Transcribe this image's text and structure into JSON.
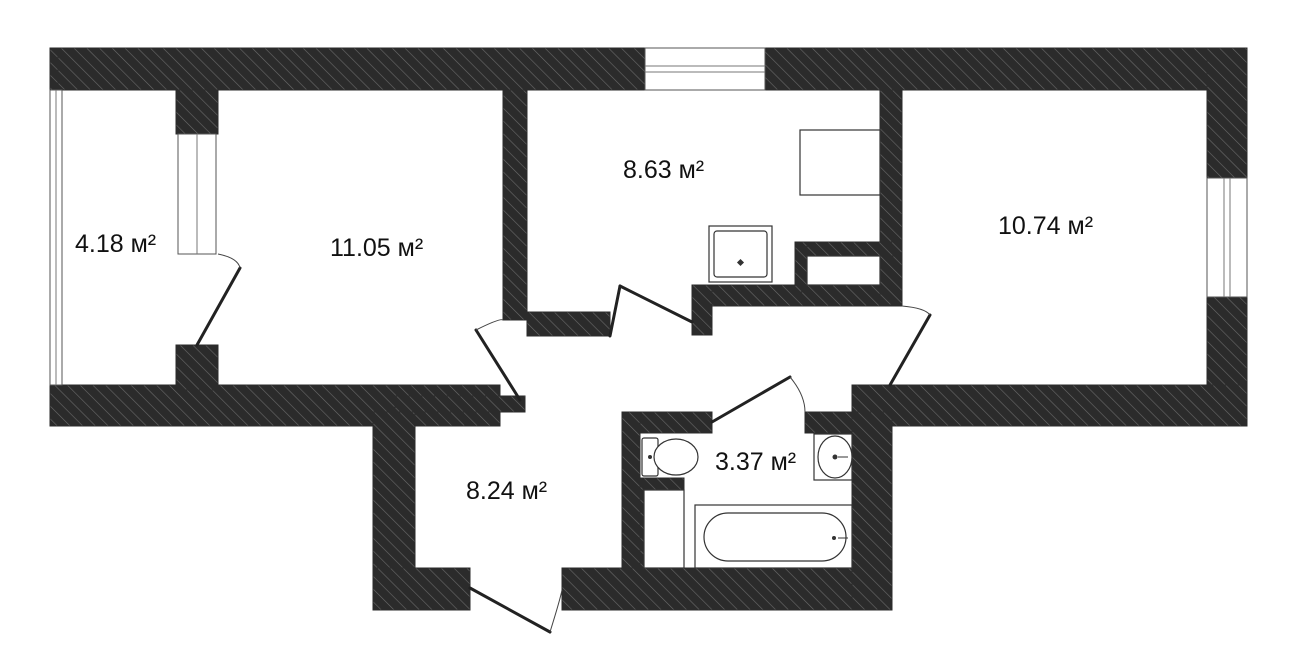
{
  "rooms": [
    {
      "id": "balcony",
      "area": "4.18 м²"
    },
    {
      "id": "living-room",
      "area": "11.05 м²"
    },
    {
      "id": "kitchen",
      "area": "8.63 м²"
    },
    {
      "id": "bedroom",
      "area": "10.74 м²"
    },
    {
      "id": "hallway",
      "area": "8.24 м²"
    },
    {
      "id": "bathroom",
      "area": "3.37 м²"
    }
  ],
  "colors": {
    "wall": "#2b2b2b",
    "hatch": "#6a6a6a",
    "background": "#ffffff"
  },
  "icons": [
    "toilet-icon",
    "sink-icon",
    "bathtub-icon",
    "stove-icon",
    "kitchen-sink-icon"
  ]
}
